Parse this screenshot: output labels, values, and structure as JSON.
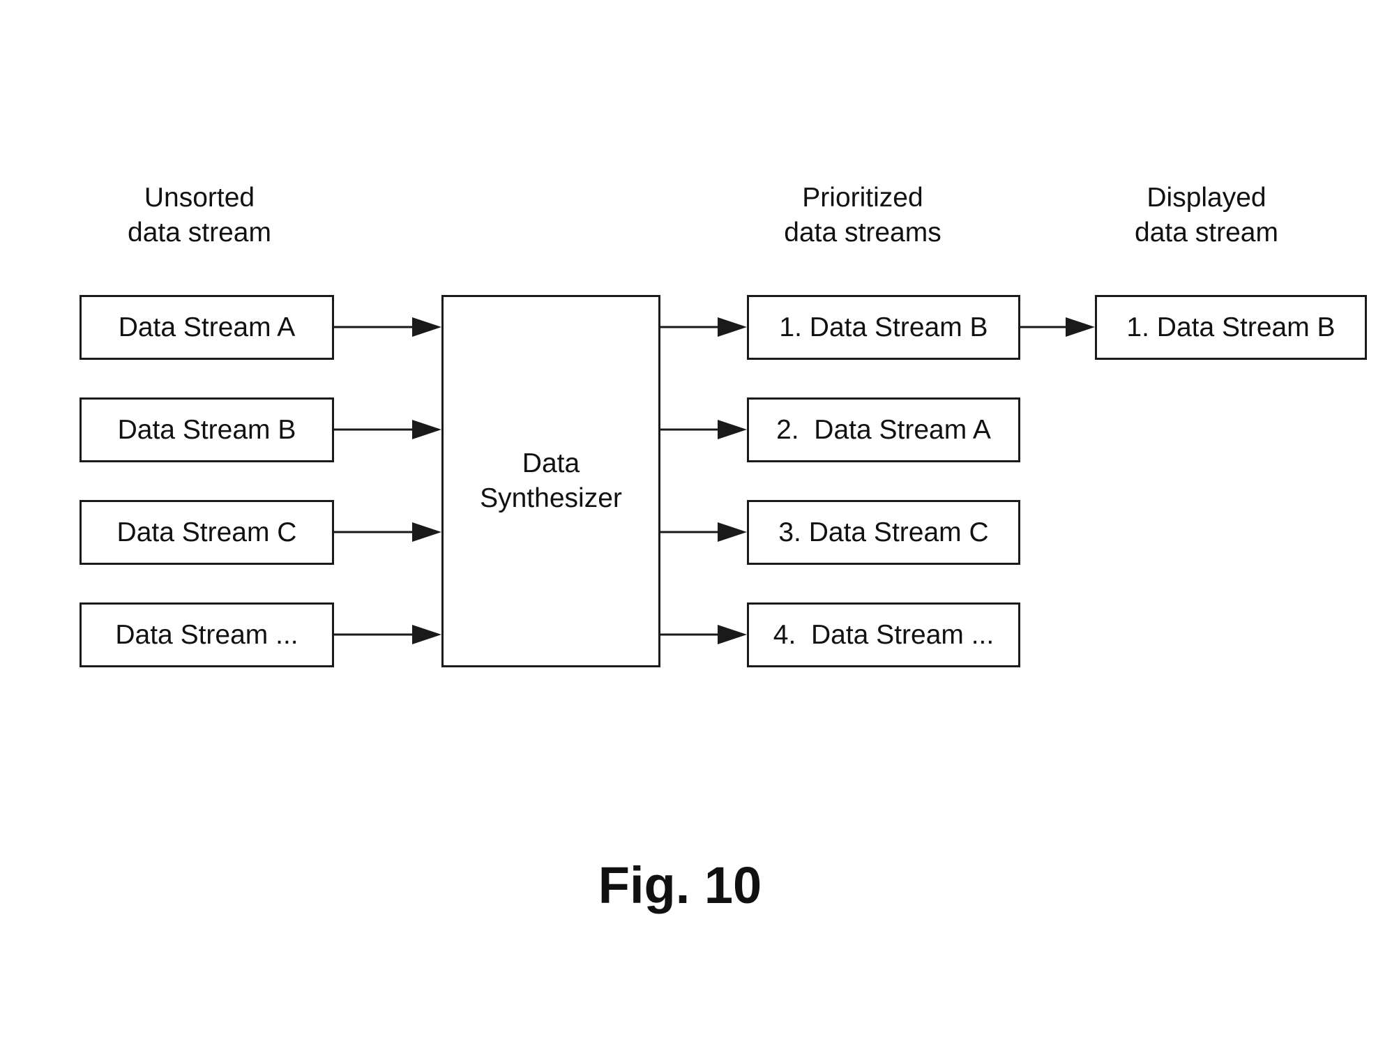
{
  "headers": {
    "unsorted": [
      "Unsorted",
      "data stream"
    ],
    "prioritized": [
      "Prioritized",
      "data streams"
    ],
    "displayed": [
      "Displayed",
      "data stream"
    ]
  },
  "inputs": [
    "Data Stream A",
    "Data Stream B",
    "Data Stream C",
    "Data Stream ..."
  ],
  "synthesizer": [
    "Data",
    "Synthesizer"
  ],
  "prioritized": [
    "1. Data Stream B",
    "2.  Data Stream A",
    "3. Data Stream C",
    "4.  Data Stream ..."
  ],
  "displayed": "1. Data Stream B",
  "figure_label": "Fig. 10"
}
